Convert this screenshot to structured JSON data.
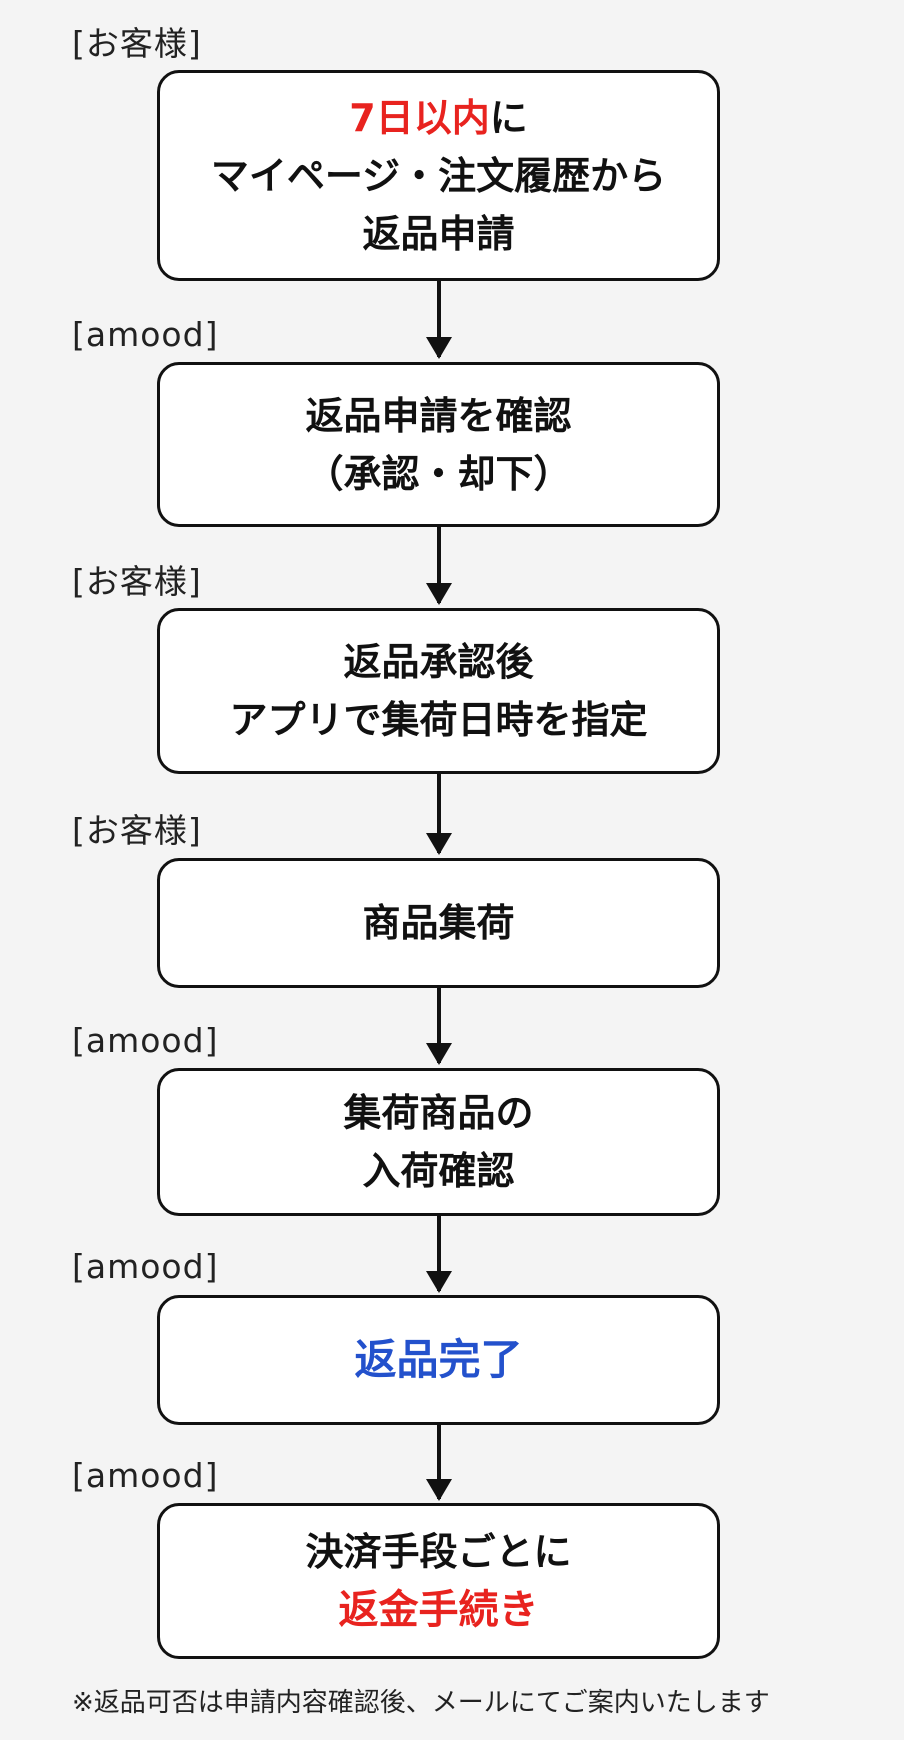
{
  "colors": {
    "emphasis_red": "#e8231f",
    "complete_blue": "#2351cc",
    "border": "#111111"
  },
  "steps": [
    {
      "actor": "[お客様]",
      "lines": [
        {
          "red": "7日以内",
          "normal": "に"
        },
        {
          "normal": "マイページ・注文履歴から"
        },
        {
          "normal": "返品申請"
        }
      ]
    },
    {
      "actor": "[amood]",
      "lines": [
        "返品申請を確認",
        "（承認・却下）"
      ]
    },
    {
      "actor": "[お客様]",
      "lines": [
        "返品承認後",
        "アプリで集荷日時を指定"
      ]
    },
    {
      "actor": "[お客様]",
      "lines": [
        "商品集荷"
      ]
    },
    {
      "actor": "[amood]",
      "lines": [
        "集荷商品の",
        "入荷確認"
      ]
    },
    {
      "actor": "[amood]",
      "lines": [
        "返品完了"
      ]
    },
    {
      "actor": "[amood]",
      "lines": [
        "決済手段ごとに",
        "返金手続き"
      ]
    }
  ],
  "note": "※返品可否は申請内容確認後、メールにてご案内いたします"
}
